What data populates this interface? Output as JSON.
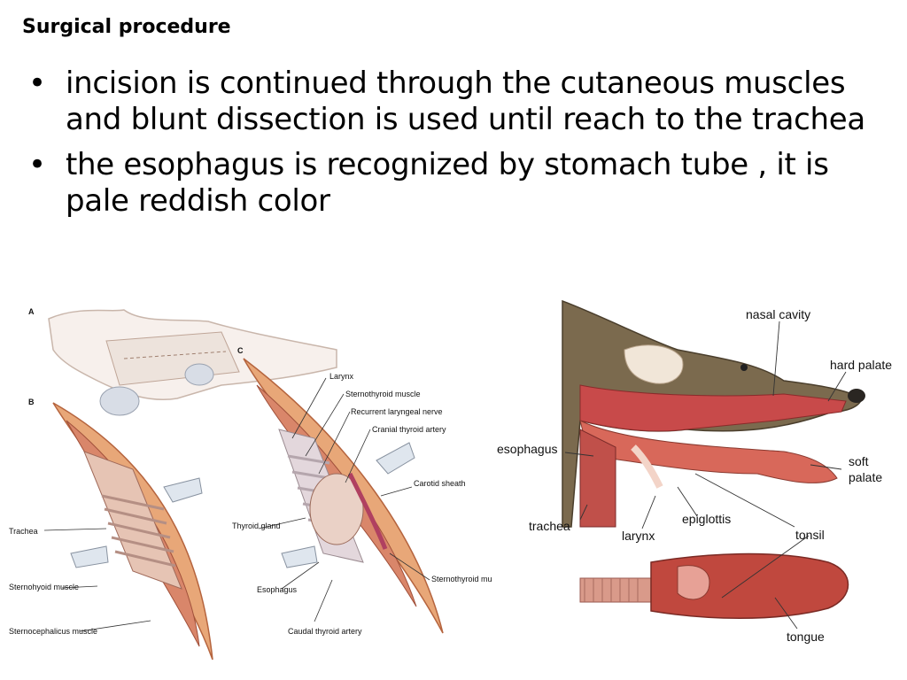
{
  "slide": {
    "title": "Surgical procedure",
    "bullets": [
      "incision is continued through the cutaneous muscles and blunt dissection is used until reach to the trachea",
      "the esophagus is recognized by stomach tube , it is pale reddish color"
    ]
  },
  "figure_left": {
    "panel_labels": [
      "A",
      "B",
      "C"
    ],
    "labels": {
      "larynx": "Larynx",
      "sternothyroid_top": "Sternothyroid muscle",
      "recurrent_nerve": "Recurrent laryngeal nerve",
      "cranial_artery": "Cranial thyroid artery",
      "carotid_sheath": "Carotid sheath",
      "thyroid_gland": "Thyroid gland",
      "trachea": "Trachea",
      "sternohyoid": "Sternohyoid muscle",
      "sternocephalicus": "Sternocephalicus muscle",
      "esophagus": "Esophagus",
      "sternothyroid_bottom": "Sternothyroid muscle",
      "caudal_artery": "Caudal thyroid artery"
    }
  },
  "figure_right": {
    "labels": {
      "nasal_cavity": "nasal cavity",
      "hard_palate": "hard palate",
      "esophagus": "esophagus",
      "soft_palate": "soft palate",
      "trachea": "trachea",
      "epiglottis": "epiglottis",
      "larynx": "larynx",
      "tonsil": "tonsil",
      "tongue": "tongue"
    }
  }
}
